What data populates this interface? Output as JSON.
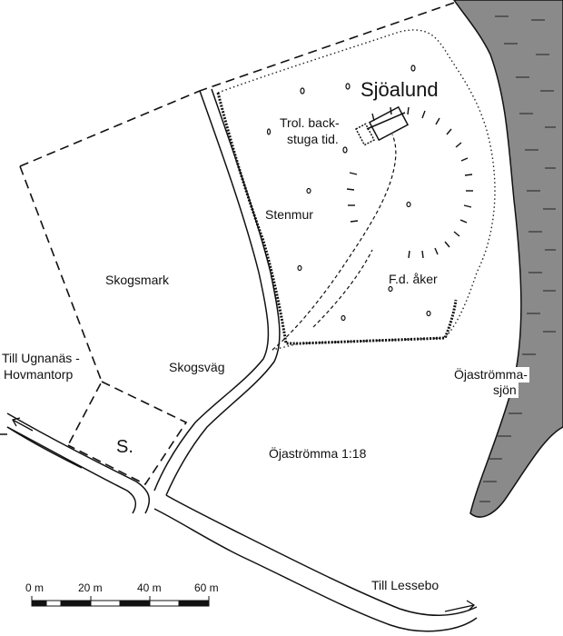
{
  "place_name": "Sjöalund",
  "labels": {
    "cottage_line1": "Trol. back-",
    "cottage_line2": "stuga tid.",
    "stone_wall": "Stenmur",
    "field": "F.d. åker",
    "forest": "Skogsmark",
    "forest_road": "Skogsväg",
    "to_ugnanas_line1": "Till Ugnanäs -",
    "to_ugnanas_line2": "Hovmantorp",
    "plot_s": "S.",
    "property": "Öjaströmma 1:18",
    "lake_line1": "Öjaströmma-",
    "lake_line2": "sjön",
    "to_lessebo": "Till Lessebo"
  },
  "scale_bar": {
    "unit": "m",
    "ticks": [
      "0 m",
      "20 m",
      "40 m",
      "60 m"
    ],
    "tick_values": [
      0,
      20,
      40,
      60
    ]
  },
  "colors": {
    "lake_fill": "#8a8a8a",
    "ink": "#111111",
    "background": "#ffffff"
  }
}
